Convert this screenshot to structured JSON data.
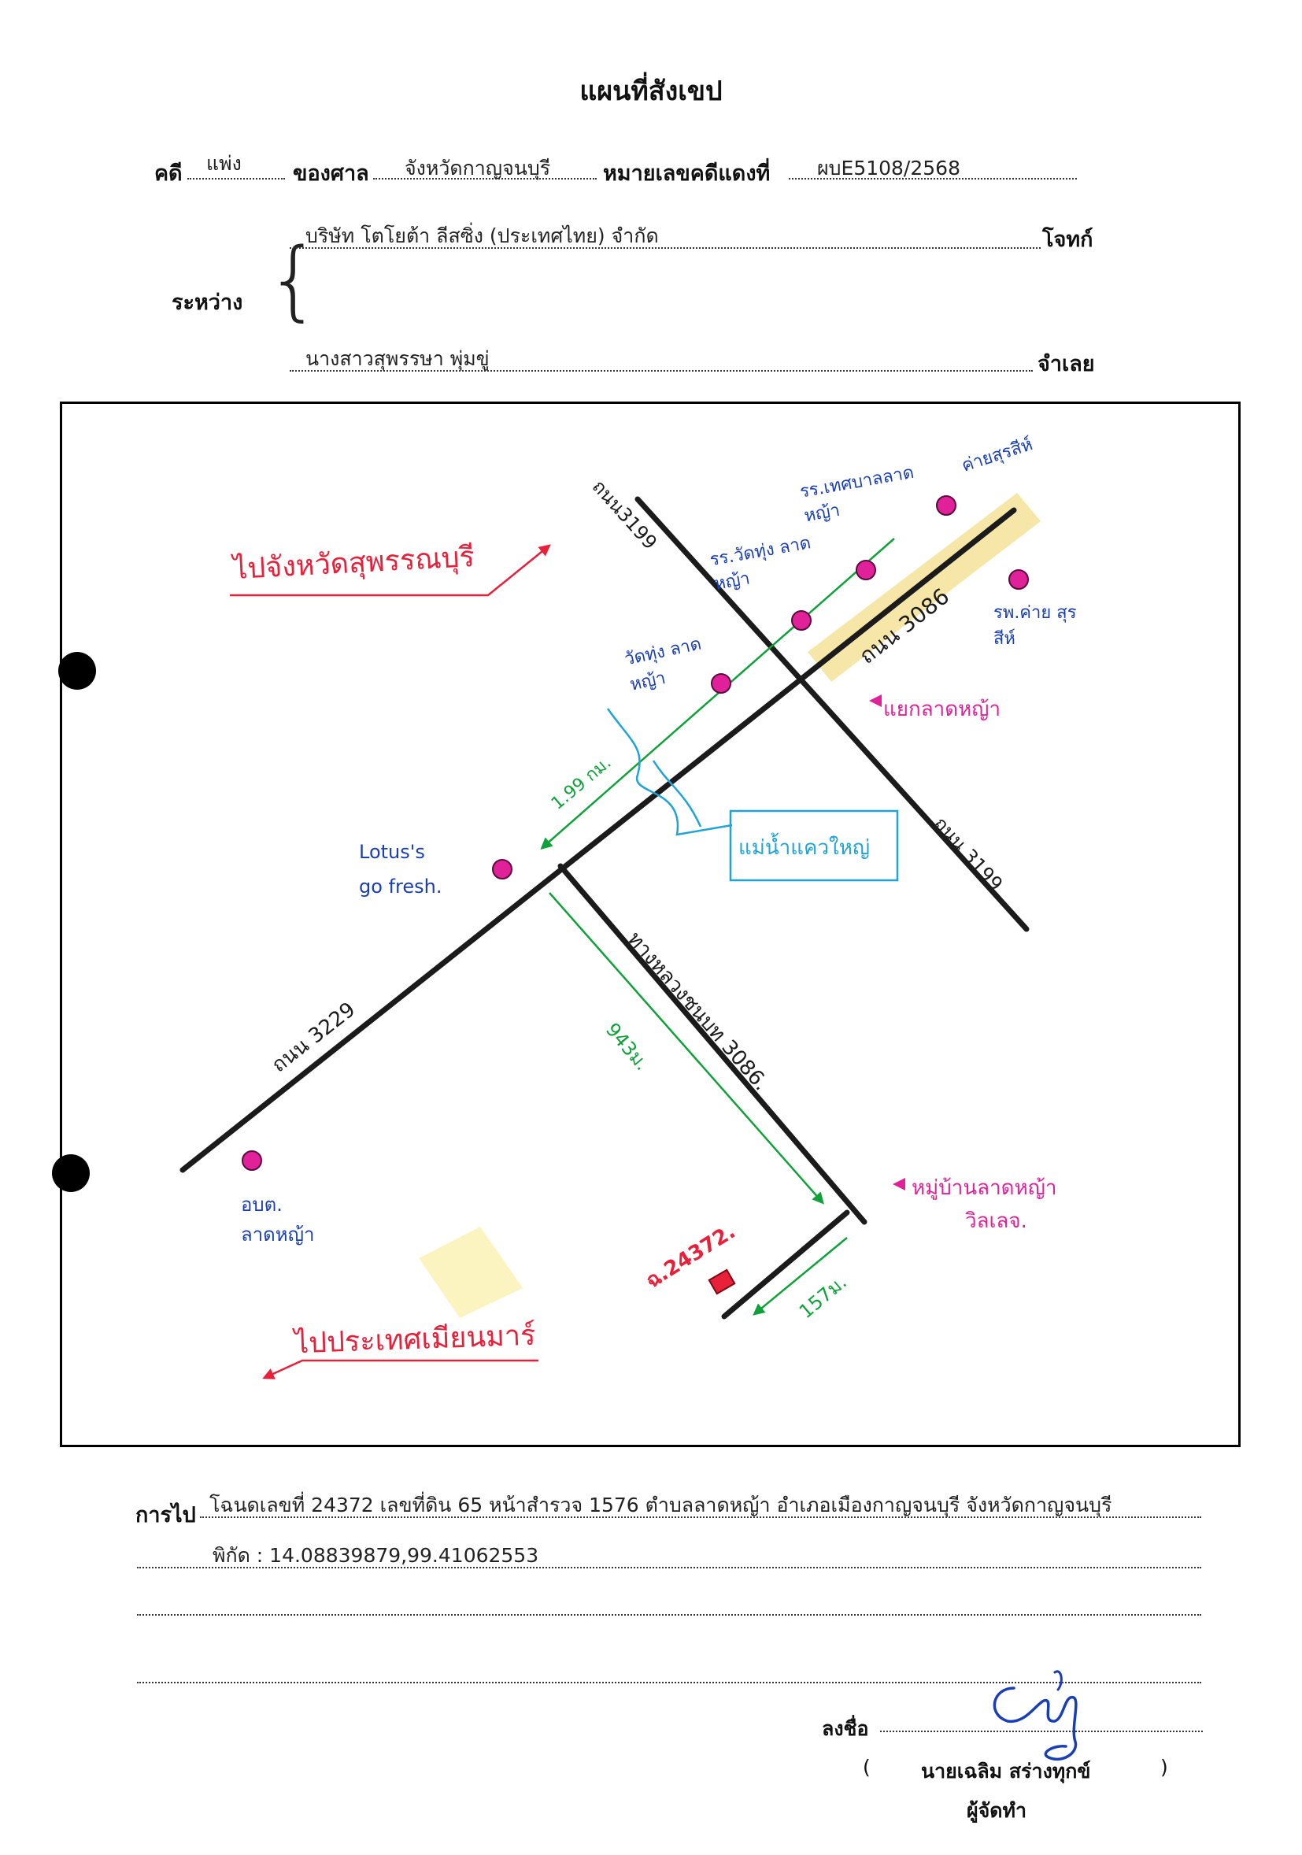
{
  "header": {
    "title": "แผนที่สังเขป"
  },
  "case": {
    "case_label": "คดี",
    "case_type": "แพ่ง",
    "court_label": "ของศาล",
    "court_value": "จังหวัดกาญจนบุรี",
    "red_no_label": "หมายเลขคดีแดงที่",
    "red_no_value": "ผบE5108/2568"
  },
  "parties": {
    "between_label": "ระหว่าง",
    "plaintiff_value": "บริษัท โตโยต้า ลีสซิ่ง (ประเทศไทย) จำกัด",
    "plaintiff_label": "โจทก์",
    "defendant_value": "นางสาวสุพรรษา พุ่มขู่",
    "defendant_label": "จำเลย"
  },
  "map": {
    "to_suphanburi": "ไปจังหวัดสุพรรณบุรี",
    "to_myanmar": "ไปประเทศเมียนมาร์",
    "road_3199_top": "ถนน3199",
    "road_3199_bottom": "ถนน 3199",
    "road_3229": "ถนน 3229",
    "road_3086": "ถนน 3086",
    "rural_road": "ทางหลวงชนบท 3086.",
    "school_wat_thung": "รร.วัดทุ่ง ลาดหญ้า",
    "school_thesaban": "รร.เทศบาลลาดหญ้า",
    "kha_phayu": "ค่ายสุรสีห์",
    "hospital": "รพ.ค่าย สุรสีห์",
    "wat_thung": "วัดทุ่ง ลาดหญ้า",
    "junction": "แยกลาดหญ้า",
    "lotus_line1": "Lotus's",
    "lotus_line2": "go fresh.",
    "river": "แม่น้ำแควใหญ่",
    "dist_1": "1.99 กม.",
    "dist_2": "943ม.",
    "dist_3": "157ม.",
    "obt_line1": "อบต.",
    "obt_line2": "ลาดหญ้า",
    "village_line1": "หมู่บ้านลาดหญ้า",
    "village_line2": "วิลเลจ.",
    "parcel": "ฉ.24372.",
    "colors": {
      "red": "#e8203a",
      "green": "#10a23a",
      "magenta": "#e0219a",
      "blue": "#1a3fb5",
      "cyan": "#1ea4d8",
      "road_fill": "#f6e7a8"
    }
  },
  "directions": {
    "label": "การไป",
    "line1": "โฉนดเลขที่ 24372 เลขที่ดิน 65 หน้าสำรวจ 1576 ตำบลลาดหญ้า อำเภอเมืองกาญจนบุรี จังหวัดกาญจนบุรี",
    "line2": "พิกัด : 14.08839879,99.41062553"
  },
  "signature": {
    "sign_label": "ลงชื่อ",
    "open_paren": "(",
    "name": "นายเฉลิม  สร่างทุกข์",
    "close_paren": ")",
    "role": "ผู้จัดทำ"
  }
}
